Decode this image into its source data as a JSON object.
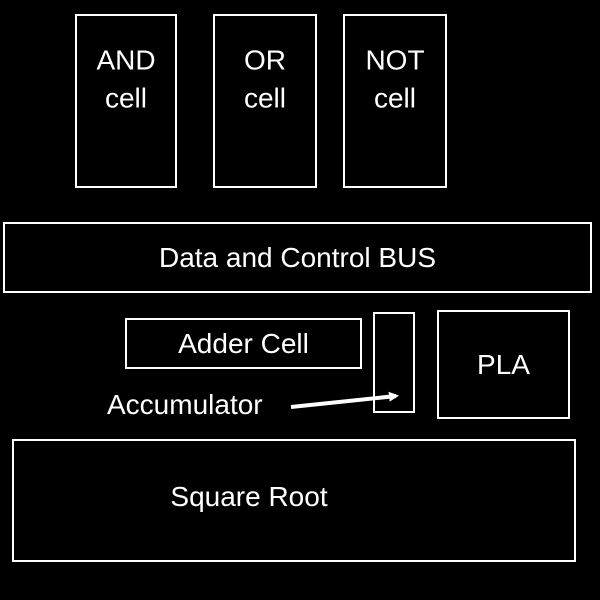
{
  "colors": {
    "background": "#000000",
    "stroke": "#ffffff",
    "text": "#ffffff"
  },
  "cells": {
    "and": {
      "line1": "AND",
      "line2": "cell"
    },
    "or": {
      "line1": "OR",
      "line2": "cell"
    },
    "not": {
      "line1": "NOT",
      "line2": "cell"
    }
  },
  "bus": {
    "label": "Data and Control BUS"
  },
  "adder": {
    "label": "Adder Cell"
  },
  "accumulator": {
    "label": "Accumulator"
  },
  "pla": {
    "label": "PLA"
  },
  "square_root": {
    "label": "Square Root"
  }
}
